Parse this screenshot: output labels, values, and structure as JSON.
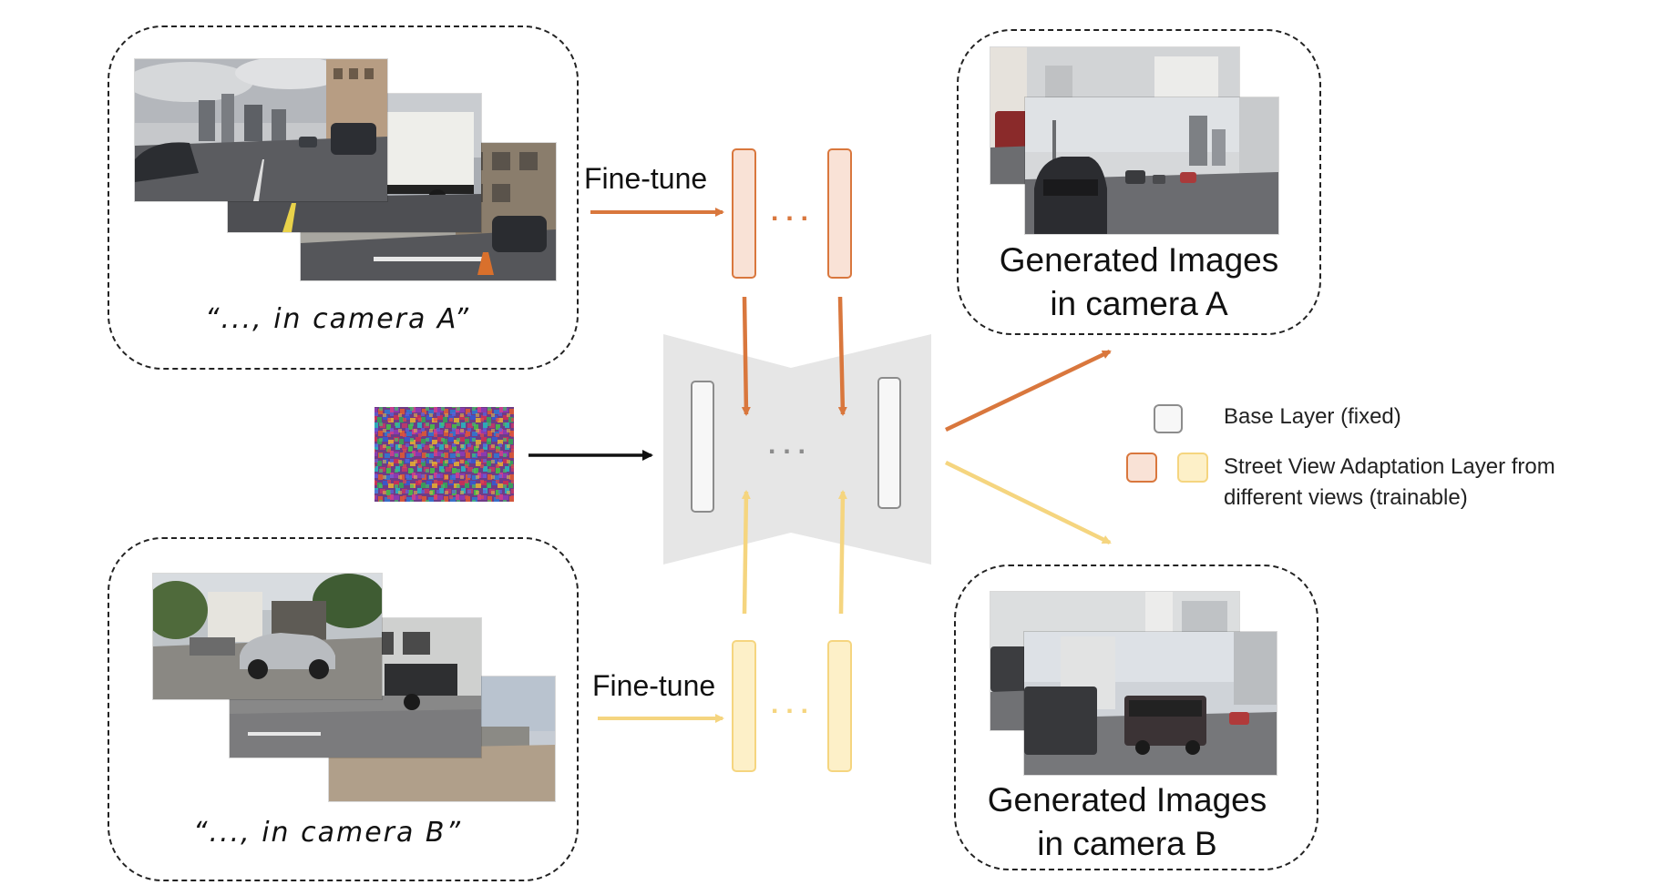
{
  "top_group": {
    "caption": "“..., in camera A”",
    "finetune_label": "Fine-tune"
  },
  "bottom_group": {
    "caption": "“..., in camera B”",
    "finetune_label": "Fine-tune"
  },
  "ellipsis": "...",
  "output_a": {
    "line1": "Generated Images",
    "line2": "in camera A"
  },
  "output_b": {
    "line1": "Generated Images",
    "line2": "in camera B"
  },
  "legend": {
    "base_layer": "Base Layer (fixed)",
    "adaptation_layer_line1": "Street View Adaptation Layer from",
    "adaptation_layer_line2": "different views (trainable)"
  },
  "colors": {
    "orange": "#d9773d",
    "orange_fill": "#f9e2d6",
    "yellow": "#f5d57f",
    "yellow_fill": "#fdf0c8",
    "gray": "#8c8c8c",
    "unet_bg": "#e6e6e6"
  }
}
